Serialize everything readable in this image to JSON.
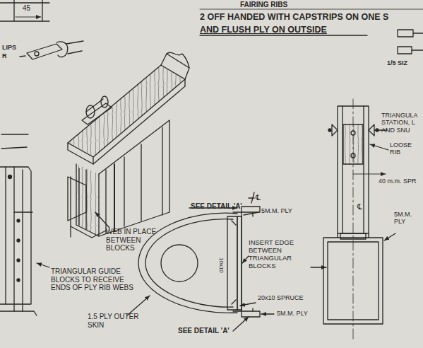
{
  "diagram": {
    "labels": [
      "FAIRING RIBS",
      "2 OFF HANDED WITH CAPSTRIPS ON ONE S",
      "AND FLUSH PLY ON OUTSIDE",
      "45",
      "LIPS",
      "R",
      "1/5 SIZ",
      "TRIANGULA STATION, L AND SNU",
      "LOOSE RIB",
      "40 m.m. SPR",
      "5M.M. PLY",
      "WEB IN PLACE BETWEEN BLOCKS",
      "TRIANGULAR GUIDE BLOCKS TO RECEIVE ENDS OF PLY RIB WEBS",
      "SEE DETAIL 'A'",
      "5M.M. PLY",
      "INSERT EDGE BETWEEN TRIANGULAR BLOCKS",
      "10x10",
      "20x10 SPRUCE",
      "5M.M. PLY",
      "1.5 PLY OUTER SKIN",
      "SEE DETAIL 'A'",
      "℄",
      "℄"
    ]
  }
}
